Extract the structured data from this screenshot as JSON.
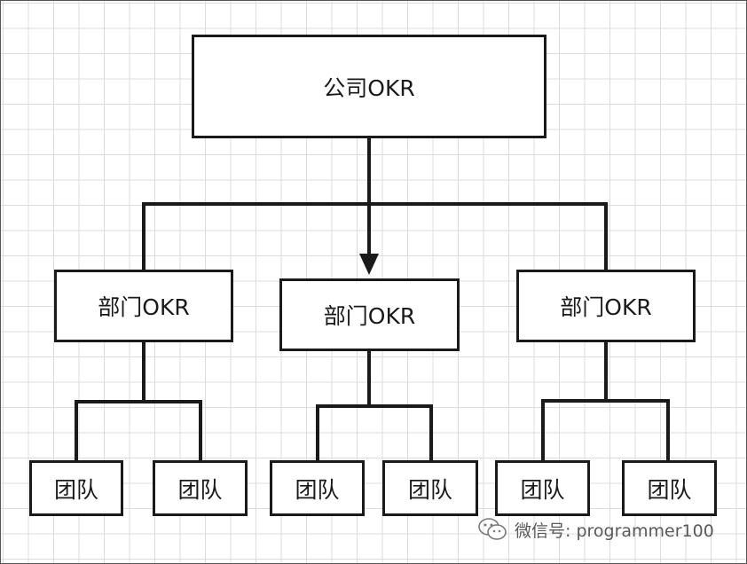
{
  "diagram": {
    "company": "公司OKR",
    "departments": [
      {
        "label": "部门OKR",
        "teams": [
          "团队",
          "团队"
        ]
      },
      {
        "label": "部门OKR",
        "teams": [
          "团队",
          "团队"
        ]
      },
      {
        "label": "部门OKR",
        "teams": [
          "团队",
          "团队"
        ]
      }
    ]
  },
  "watermark": {
    "text": "微信号: programmer100",
    "icon": "wechat-icon"
  },
  "colors": {
    "stroke": "#1a1a1a",
    "grid": "#dcdcdc",
    "background": "#ffffff"
  }
}
